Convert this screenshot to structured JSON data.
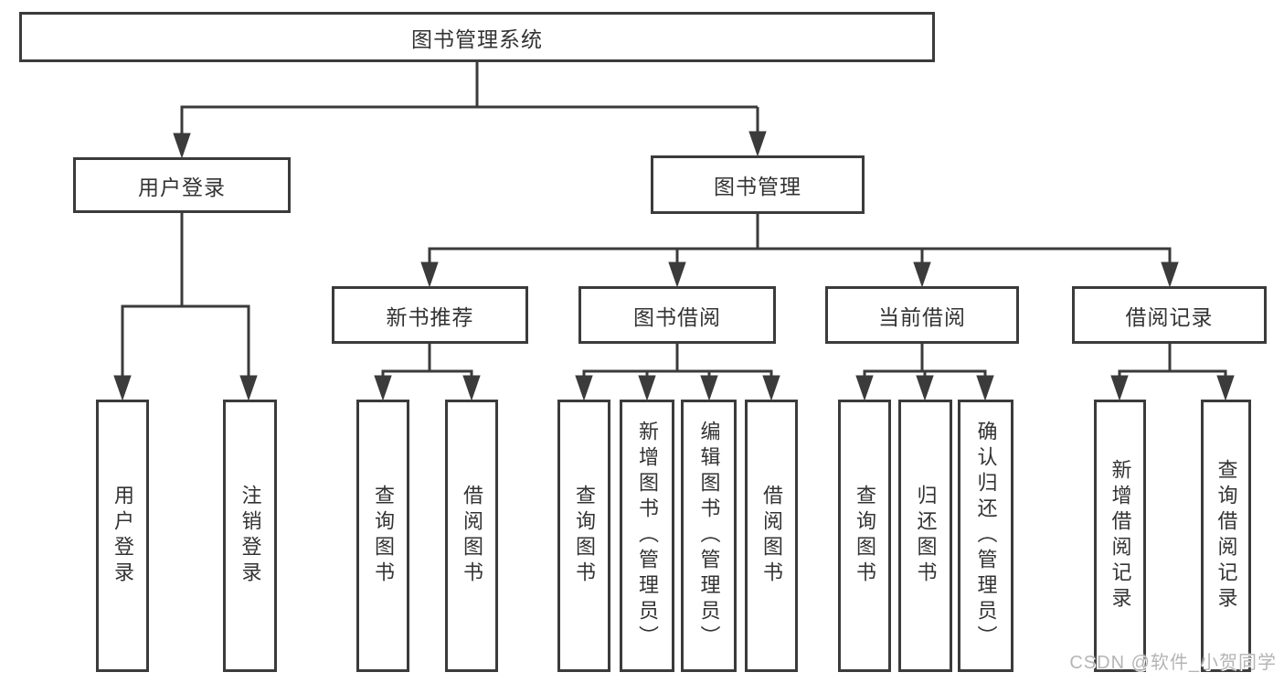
{
  "tree": {
    "label": "图书管理系统",
    "children": [
      {
        "label": "用户登录",
        "children": [
          {
            "label": "用户登录"
          },
          {
            "label": "注销登录"
          }
        ]
      },
      {
        "label": "图书管理",
        "children": [
          {
            "label": "新书推荐",
            "children": [
              {
                "label": "查询图书"
              },
              {
                "label": "借阅图书"
              }
            ]
          },
          {
            "label": "图书借阅",
            "children": [
              {
                "label": "查询图书"
              },
              {
                "label": "新增图书（管理员）"
              },
              {
                "label": "编辑图书（管理员）"
              },
              {
                "label": "借阅图书"
              }
            ]
          },
          {
            "label": "当前借阅",
            "children": [
              {
                "label": "查询图书"
              },
              {
                "label": "归还图书"
              },
              {
                "label": "确认归还（管理员）"
              }
            ]
          },
          {
            "label": "借阅记录",
            "children": [
              {
                "label": "新增借阅记录"
              },
              {
                "label": "查询借阅记录"
              }
            ]
          }
        ]
      }
    ]
  },
  "watermark": {
    "text": "CSDN @软件_小贺同学"
  },
  "colors": {
    "line": "#3b3b3b",
    "node_text": "#333333",
    "watermark": "#b5b5b5",
    "background": "#ffffff"
  }
}
